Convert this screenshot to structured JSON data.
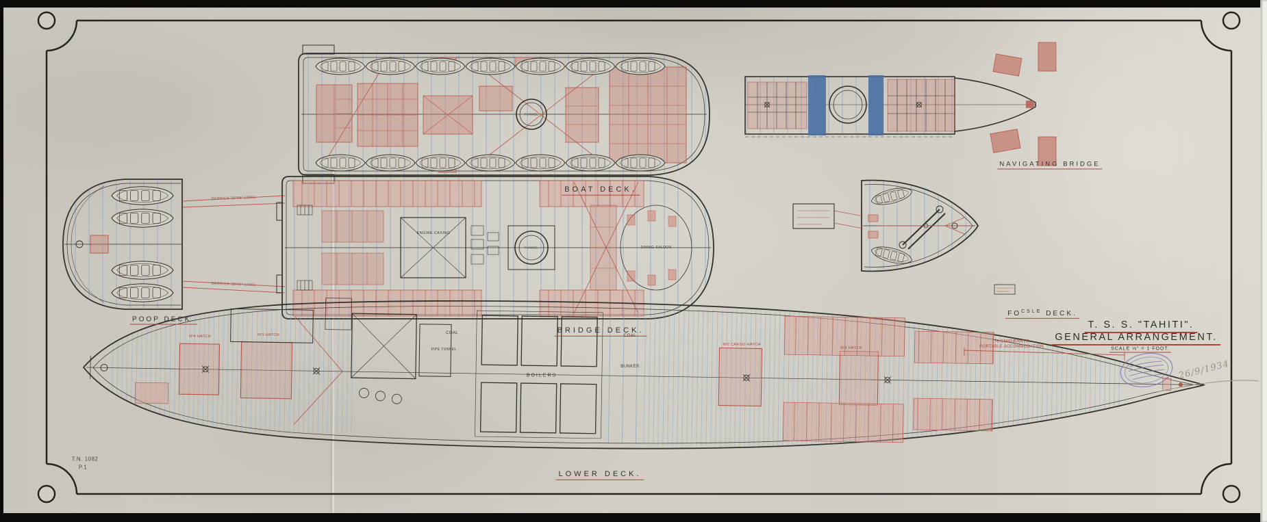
{
  "sheet": {
    "title_line1": "T. S. S. \"TAHITI\".",
    "title_line2": "GENERAL  ARRANGEMENT.",
    "scale_note": "SCALE ⅛\" = 1 FOOT.",
    "drawing_number": "T.N. 1082",
    "page_number": "P.1",
    "stamp_date_handwritten": "26/9/1934"
  },
  "plan_labels": {
    "boat_deck": "BOAT  DECK.",
    "navigating_bridge": "NAVIGATING  BRIDGE",
    "poop_deck": "POOP  DECK.",
    "bridge_deck": "BRIDGE  DECK.",
    "focsle_prefix": "FO",
    "focsle_sup": "CSLE",
    "focsle_rest": " DECK.",
    "lower_deck": "LOWER  DECK."
  },
  "annotations": {
    "derrick": "DERRICK 30'X6\" LONG.",
    "emigrants_line1": "76 EMIGRANTS",
    "emigrants_line2": "PORTABLE ACCOMMODATION",
    "engine_casing": "ENGINE CASING",
    "funnel": "FUNNEL",
    "boilers": "BOILERS",
    "coal": "COAL",
    "bunker": "BUNKER",
    "pipe_tunnel": "PIPE TUNNEL",
    "dining_saloon": "DINING SALOON",
    "hatch_no4": "Nº4 HATCH",
    "hatch_no3": "Nº3 HATCH",
    "hatch_no2": "Nº2 CARGO HATCH",
    "hatch_no1": "Nº1 HATCH"
  },
  "palette": {
    "paper": "#cfccc3",
    "ink": "#34322c",
    "accent_red": "#a8463c",
    "column_blue": "#8ba1bd",
    "deck_blue": "#4c72a4",
    "stamp_purple": "#7d7cb0"
  }
}
